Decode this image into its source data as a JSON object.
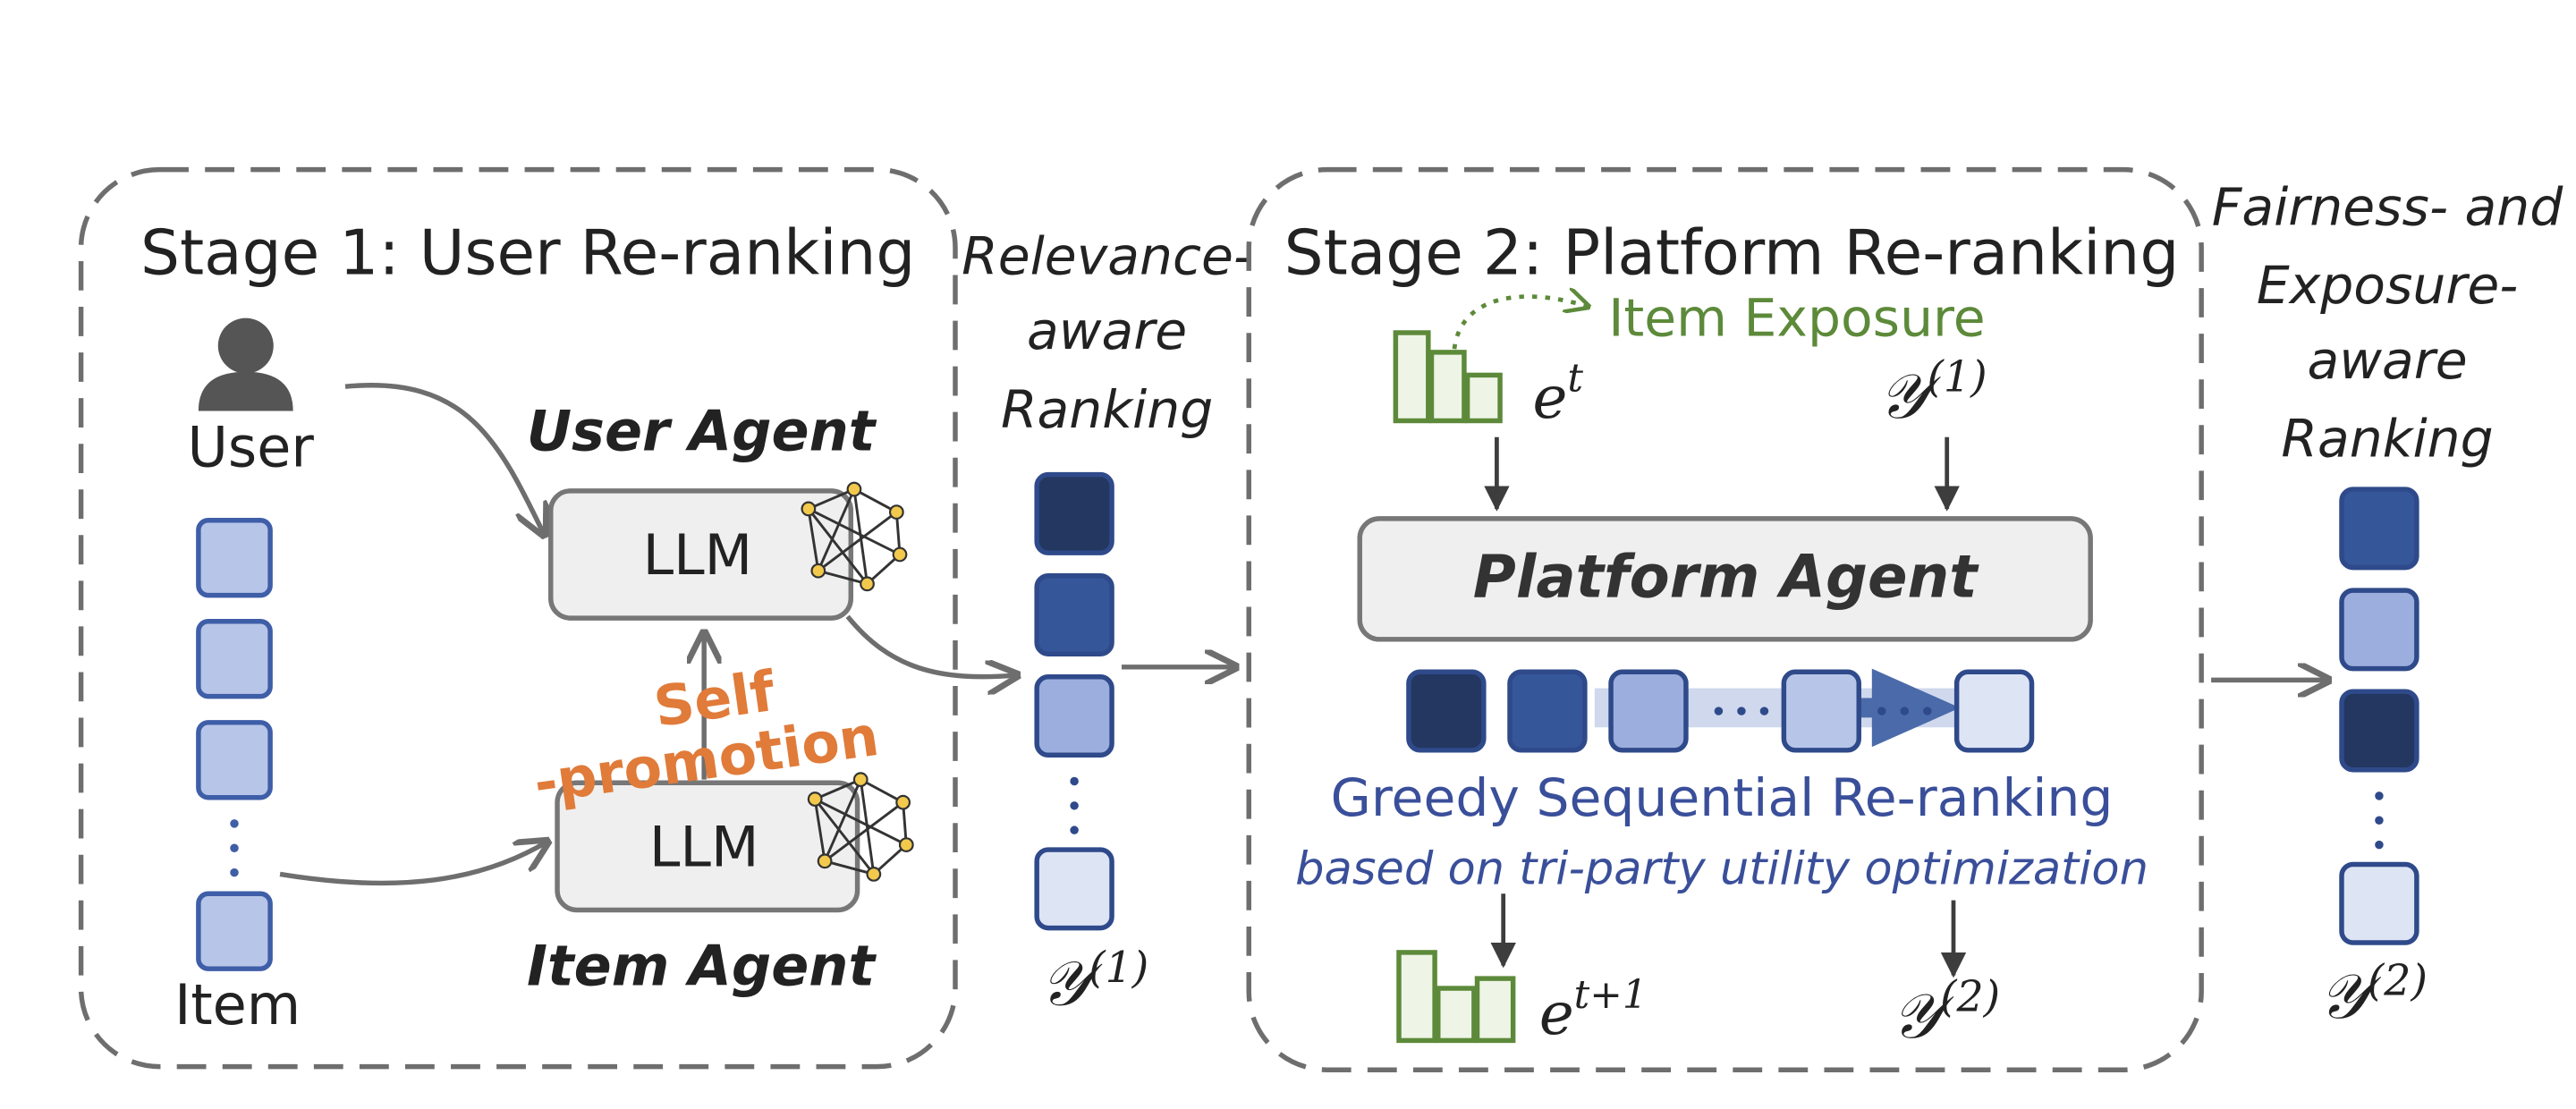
{
  "stage1": {
    "title": "Stage 1: User Re-ranking",
    "user_label": "User",
    "item_label": "Item",
    "user_agent_label": "User Agent",
    "item_agent_label": "Item Agent",
    "llm_label": "LLM",
    "self_promotion_line1": "Self",
    "self_promotion_line2": "-promotion"
  },
  "relevance_ranking": {
    "caption_line1": "Relevance-",
    "caption_line2": "aware",
    "caption_line3": "Ranking",
    "output_label": "𝒴",
    "output_sup": "(1)"
  },
  "stage2": {
    "title": "Stage 2: Platform Re-ranking",
    "item_exposure_label": "Item Exposure",
    "exposure_t_base": "e",
    "exposure_t_sup": "t",
    "input_y_label": "𝒴",
    "input_y_sup": "(1)",
    "platform_agent_label": "Platform Agent",
    "greedy_label": "Greedy Sequential Re-ranking",
    "utility_label": "based on tri-party utility optimization",
    "exposure_next_base": "e",
    "exposure_next_sup": "t+1",
    "output_y_label": "𝒴",
    "output_y_sup": "(2)"
  },
  "final_ranking": {
    "caption_line1": "Fairness- and",
    "caption_line2": "Exposure-",
    "caption_line3": "aware",
    "caption_line4": "Ranking",
    "output_label": "𝒴",
    "output_sup": "(2)"
  },
  "colors": {
    "dark_navy": "#233760",
    "mid_blue": "#36569a",
    "light_blue": "#9caede",
    "pale_blue": "#b7c6e8",
    "palest_blue": "#dde4f4",
    "orange": "#e07b39",
    "green": "#5d8a3a",
    "text_blue": "#3a4f9a",
    "gray": "#6e6e6e"
  },
  "icons": [
    "user-icon",
    "neural-network-icon",
    "bar-chart-icon"
  ]
}
